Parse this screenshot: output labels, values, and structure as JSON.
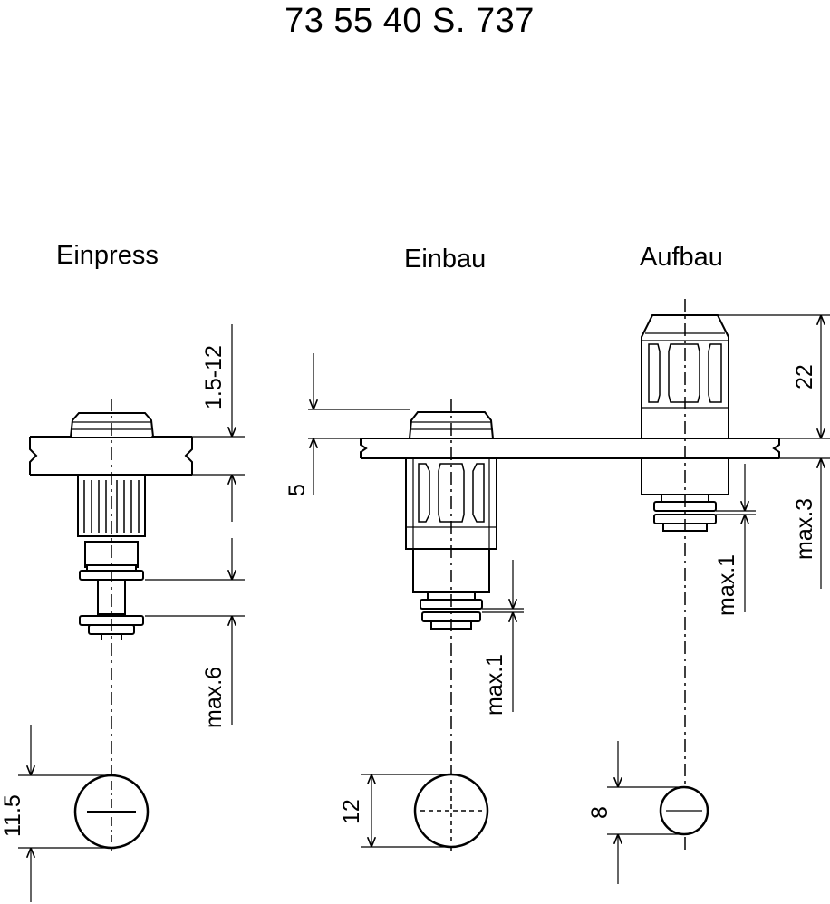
{
  "title": "73 55 40 S. 737",
  "views": {
    "einpress": {
      "label": "Einpress",
      "dims": {
        "panel": "1.5-12",
        "gap": "max.6",
        "diameter": "11.5"
      }
    },
    "einbau": {
      "label": "Einbau",
      "dims": {
        "top": "5",
        "gap": "max.1",
        "diameter": "12"
      }
    },
    "aufbau": {
      "label": "Aufbau",
      "dims": {
        "height": "22",
        "bottom": "max.3",
        "gap": "max.1",
        "diameter": "8"
      }
    }
  }
}
